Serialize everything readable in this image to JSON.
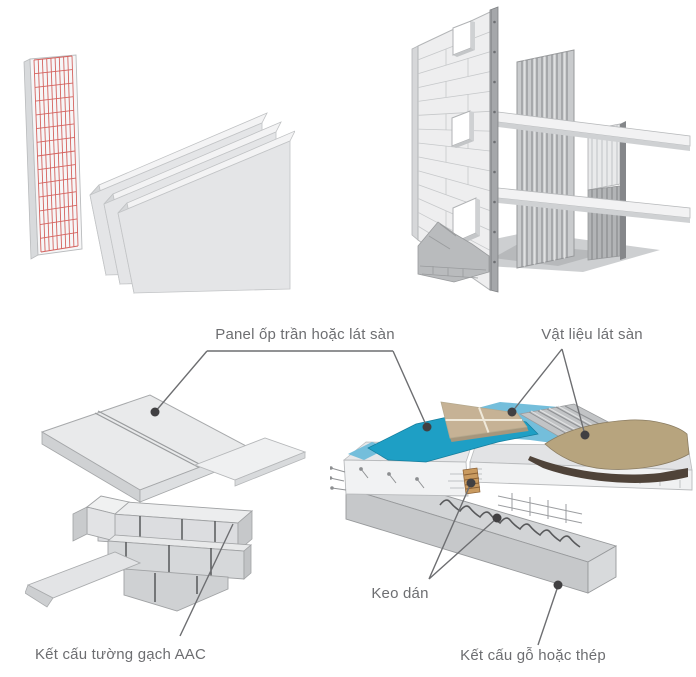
{
  "labels": {
    "panel": "Panel ốp trần hoặc lát sàn",
    "material": "Vật liệu lát sàn",
    "glue": "Keo dán",
    "frame": "Kết cấu gỗ hoặc thép",
    "wall": "Kết cấu tường gạch AAC"
  },
  "colors": {
    "background": "#ffffff",
    "label_text": "#6d6e71",
    "leader_line": "#6d6e71",
    "leader_dot": "#414042",
    "mesh_red": "#cf4a45",
    "adhesive_blue_dark": "#1e9fc5",
    "adhesive_blue_light": "#74bedb",
    "tile_tan": "#c6b295",
    "floor_beige": "#b7a47e",
    "underlay_brown": "#4f4339",
    "glue_orange": "#c99a5f",
    "panel_gray_light": "#e8e9ea",
    "panel_gray_mid": "#d2d4d6",
    "panel_gray_dark": "#aaacae"
  }
}
